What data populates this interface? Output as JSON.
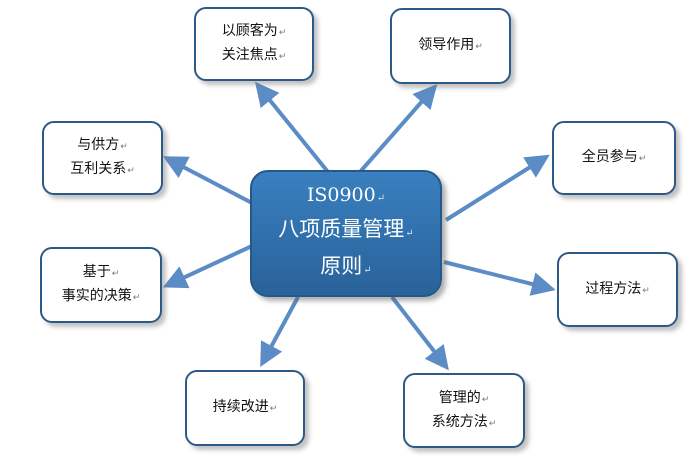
{
  "center": {
    "line1": "IS0900",
    "line2": "八项质量管理",
    "line3": "原则"
  },
  "principles": [
    {
      "id": "customer-focus",
      "line1": "以顾客为",
      "line2": "关注焦点"
    },
    {
      "id": "leadership",
      "line1": "领导作用"
    },
    {
      "id": "supplier-relationship",
      "line1": "与供方",
      "line2": "互利关系"
    },
    {
      "id": "involvement",
      "line1": "全员参与"
    },
    {
      "id": "factual-decision",
      "line1": "基于",
      "line2": "事实的决策"
    },
    {
      "id": "process-approach",
      "line1": "过程方法"
    },
    {
      "id": "continual-improvement",
      "line1": "持续改进"
    },
    {
      "id": "system-approach",
      "line1": "管理的",
      "line2": "系统方法"
    }
  ],
  "colors": {
    "arrow": "#5b8cc6",
    "border": "#2c5a87",
    "center_fill": "#3374b3"
  },
  "icons": {
    "line_end_mark": "↵"
  }
}
